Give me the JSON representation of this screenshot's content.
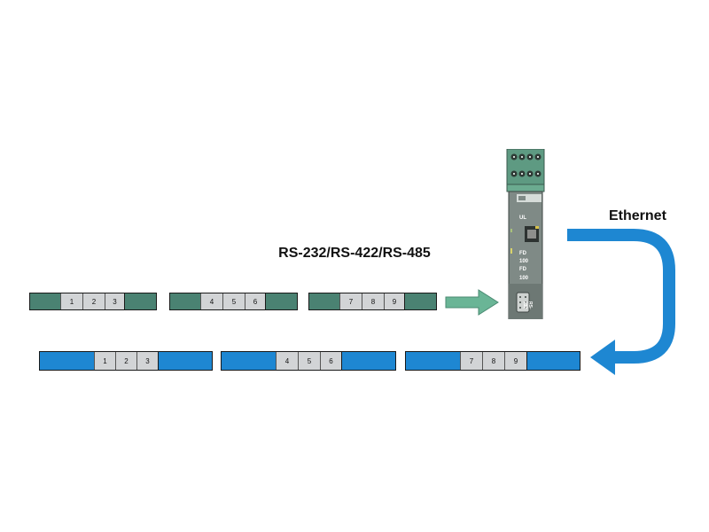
{
  "labels": {
    "bus": "RS-232/RS-422/RS-485",
    "ethernet": "Ethernet"
  },
  "device": {
    "indicators": [
      "UL",
      "FD",
      "100",
      "FD",
      "100"
    ],
    "port_label": "RS-232"
  },
  "strips_top": [
    {
      "cells": [
        "1",
        "2",
        "3"
      ]
    },
    {
      "cells": [
        "4",
        "5",
        "6"
      ]
    },
    {
      "cells": [
        "7",
        "8",
        "9"
      ]
    }
  ],
  "strips_bottom": [
    {
      "cells": [
        "1",
        "2",
        "3"
      ]
    },
    {
      "cells": [
        "4",
        "5",
        "6"
      ]
    },
    {
      "cells": [
        "7",
        "8",
        "9"
      ]
    }
  ],
  "colors": {
    "green_strip": "#4a8272",
    "blue_strip": "#1e87d2",
    "cell_fill": "#d2d4d6",
    "device_body": "#7f8a86",
    "device_green": "#5e9a82",
    "arrow_green": "#6ab596",
    "ethernet_arrow": "#1e87d2"
  }
}
